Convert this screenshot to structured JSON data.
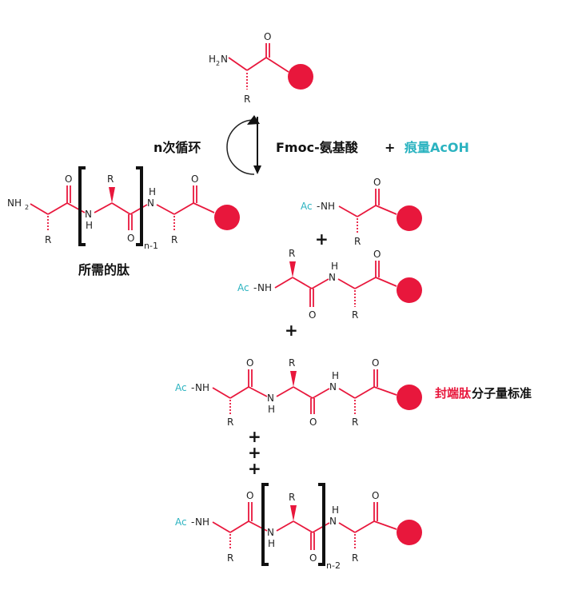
{
  "atoms": {
    "O": "O",
    "R": "R",
    "N": "N",
    "H": "H",
    "NH": "NH",
    "Ac": "Ac",
    "two": "2"
  },
  "reaction": {
    "cycles_label": "n次循环",
    "reagent_label": "Fmoc-氨基酸",
    "plus_sign": "+",
    "additive_label": "痕量AcOH"
  },
  "desired_peptide": {
    "label": "所需的肽",
    "repeat": "n-1"
  },
  "capped_peptides": {
    "label_highlight": "封端肽",
    "label_rest": "分子量标准",
    "repeat": "n-2"
  },
  "plus_signs": [
    "+",
    "+",
    "+",
    "+",
    "+"
  ],
  "colors": {
    "backbone": "#e8173c",
    "cap": "#2bb3c0",
    "bond": "#222222",
    "resin": "#e8173c"
  }
}
